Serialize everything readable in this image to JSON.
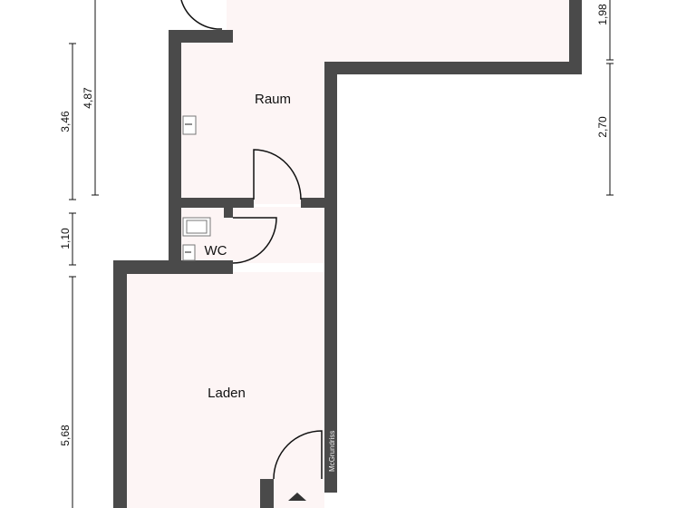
{
  "rooms": {
    "raum": "Raum",
    "wc": "WC",
    "laden": "Laden"
  },
  "dimensions": {
    "left_upper_inner": "3,46",
    "left_upper_outer": "4,87",
    "left_wc": "1,10",
    "left_laden": "5,68",
    "right_top": "1,98",
    "right_middle": "2,70"
  },
  "watermark": "McGrundriss",
  "colors": {
    "wall": "#4a4a4a",
    "floor": "#fdf5f5"
  }
}
